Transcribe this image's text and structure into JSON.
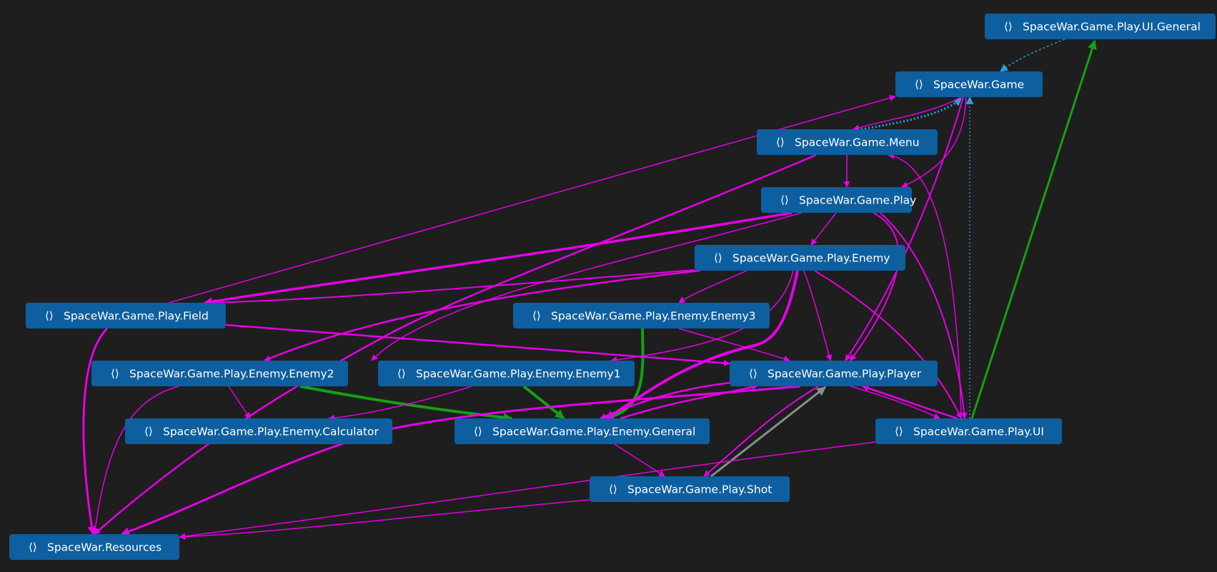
{
  "colors": {
    "background": "#1e1e1e",
    "node_fill": "#0e5fa0",
    "node_text": "#ffffff",
    "dependency": "#e600e6",
    "green": "#14a014",
    "gray": "#8c8c8c",
    "dotted_blue": "#2b9fe0"
  },
  "node_icon": "namespace-icon",
  "nodes": [
    {
      "id": "ui-general",
      "label": "SpaceWar.Game.Play.UI.General"
    },
    {
      "id": "game",
      "label": "SpaceWar.Game"
    },
    {
      "id": "menu",
      "label": "SpaceWar.Game.Menu"
    },
    {
      "id": "play",
      "label": "SpaceWar.Game.Play"
    },
    {
      "id": "enemy",
      "label": "SpaceWar.Game.Play.Enemy"
    },
    {
      "id": "field",
      "label": "SpaceWar.Game.Play.Field"
    },
    {
      "id": "enemy3",
      "label": "SpaceWar.Game.Play.Enemy.Enemy3"
    },
    {
      "id": "enemy2",
      "label": "SpaceWar.Game.Play.Enemy.Enemy2"
    },
    {
      "id": "enemy1",
      "label": "SpaceWar.Game.Play.Enemy.Enemy1"
    },
    {
      "id": "player",
      "label": "SpaceWar.Game.Play.Player"
    },
    {
      "id": "calculator",
      "label": "SpaceWar.Game.Play.Enemy.Calculator"
    },
    {
      "id": "general",
      "label": "SpaceWar.Game.Play.Enemy.General"
    },
    {
      "id": "ui",
      "label": "SpaceWar.Game.Play.UI"
    },
    {
      "id": "shot",
      "label": "SpaceWar.Game.Play.Shot"
    },
    {
      "id": "resources",
      "label": "SpaceWar.Resources"
    }
  ],
  "edges": [
    {
      "from": "ui-general",
      "to": "game",
      "style": "dotted"
    },
    {
      "from": "ui",
      "to": "game",
      "style": "dotted"
    },
    {
      "from": "menu",
      "to": "game",
      "style": "dotted"
    },
    {
      "from": "ui",
      "to": "ui-general",
      "style": "green"
    },
    {
      "from": "enemy2",
      "to": "general",
      "style": "green"
    },
    {
      "from": "enemy1",
      "to": "general",
      "style": "green"
    },
    {
      "from": "enemy3",
      "to": "general",
      "style": "green"
    },
    {
      "from": "shot",
      "to": "player",
      "style": "gray"
    },
    {
      "from": "game",
      "to": "menu",
      "style": "thin"
    },
    {
      "from": "game",
      "to": "play",
      "style": "thin"
    },
    {
      "from": "game",
      "to": "player",
      "style": "normal"
    },
    {
      "from": "menu",
      "to": "play",
      "style": "thin"
    },
    {
      "from": "menu",
      "to": "resources",
      "style": "normal"
    },
    {
      "from": "play",
      "to": "enemy",
      "style": "thin"
    },
    {
      "from": "play",
      "to": "field",
      "style": "thick"
    },
    {
      "from": "play",
      "to": "player",
      "style": "normal"
    },
    {
      "from": "play",
      "to": "ui",
      "style": "normal"
    },
    {
      "from": "play",
      "to": "enemy1",
      "style": "thin"
    },
    {
      "from": "field",
      "to": "game",
      "style": "thin"
    },
    {
      "from": "field",
      "to": "player",
      "style": "normal"
    },
    {
      "from": "field",
      "to": "resources",
      "style": "normal"
    },
    {
      "from": "enemy",
      "to": "field",
      "style": "normal"
    },
    {
      "from": "enemy",
      "to": "enemy3",
      "style": "thin"
    },
    {
      "from": "enemy",
      "to": "enemy2",
      "style": "normal"
    },
    {
      "from": "enemy",
      "to": "player",
      "style": "thin"
    },
    {
      "from": "enemy",
      "to": "general",
      "style": "thick"
    },
    {
      "from": "enemy",
      "to": "ui",
      "style": "normal"
    },
    {
      "from": "enemy",
      "to": "enemy1",
      "style": "thin"
    },
    {
      "from": "enemy3",
      "to": "player",
      "style": "thin"
    },
    {
      "from": "enemy2",
      "to": "calculator",
      "style": "thin"
    },
    {
      "from": "enemy2",
      "to": "resources",
      "style": "thin"
    },
    {
      "from": "enemy1",
      "to": "calculator",
      "style": "thin"
    },
    {
      "from": "general",
      "to": "shot",
      "style": "thin"
    },
    {
      "from": "general",
      "to": "player",
      "style": "normal"
    },
    {
      "from": "player",
      "to": "general",
      "style": "normal"
    },
    {
      "from": "player",
      "to": "ui",
      "style": "thin"
    },
    {
      "from": "player",
      "to": "resources",
      "style": "normal"
    },
    {
      "from": "player",
      "to": "shot",
      "style": "normal"
    },
    {
      "from": "ui",
      "to": "player",
      "style": "normal"
    },
    {
      "from": "ui",
      "to": "menu",
      "style": "thin"
    },
    {
      "from": "ui",
      "to": "resources",
      "style": "thin"
    },
    {
      "from": "shot",
      "to": "resources",
      "style": "thin"
    }
  ]
}
